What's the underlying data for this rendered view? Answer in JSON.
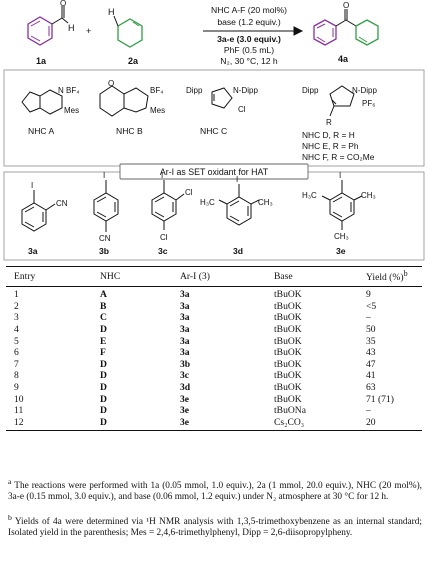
{
  "scheme": {
    "reagent_line1": "NHC A-F (20 mol%)",
    "reagent_line2": "base (1.2 equiv.)",
    "reagent_line3": "3a-e (3.0 equiv.)",
    "reagent_line4": "PhF (0.5 mL)",
    "reagent_line5": "N₂, 30 °C, 12 h",
    "plus": "+",
    "label_1a": "1a",
    "label_2a": "2a",
    "label_4a": "4a",
    "atom_H_aldehyde": "H",
    "atom_O_aldehyde": "O",
    "atom_H_cyclohexene": "H",
    "atom_O_product": "O",
    "nhc_A": {
      "bf4": "BF₄",
      "mes": "Mes",
      "label": "NHC A",
      "n": "N"
    },
    "nhc_B": {
      "bf4": "BF₄",
      "mes": "Mes",
      "label": "NHC B",
      "o": "O"
    },
    "nhc_C": {
      "dipp_left": "Dipp",
      "dipp_right": "N-Dipp",
      "cl": "Cl",
      "label": "NHC C"
    },
    "nhc_DEF": {
      "dipp_left": "Dipp",
      "dipp_right": "N-Dipp",
      "pf6": "PF₆",
      "r": "R",
      "line_D": "NHC D, R = H",
      "line_E": "NHC E, R = Ph",
      "line_F": "NHC F, R = CO₂Me"
    },
    "oxidant_banner": "Ar-I as SET oxidant for HAT",
    "arenes": [
      {
        "label": "3a",
        "iodo": "I",
        "sub": "CN"
      },
      {
        "label": "3b",
        "iodo": "I",
        "sub": "CN"
      },
      {
        "label": "3c",
        "iodo": "I",
        "sub": "Cl",
        "sub2": "Cl"
      },
      {
        "label": "3d",
        "iodo": "I",
        "sub": "H₃C",
        "sub2": "CH₃"
      },
      {
        "label": "3e",
        "iodo": "I",
        "sub": "H₃C",
        "sub2": "CH₃",
        "sub3": "CH₃"
      }
    ]
  },
  "table": {
    "headers": [
      "Entry",
      "NHC",
      "Ar-I (3)",
      "Base",
      "Yield (%)"
    ],
    "header_sup": "b",
    "rows": [
      [
        "1",
        "A",
        "3a",
        "tBuOK",
        "9"
      ],
      [
        "2",
        "B",
        "3a",
        "tBuOK",
        "<5"
      ],
      [
        "3",
        "C",
        "3a",
        "tBuOK",
        "–"
      ],
      [
        "4",
        "D",
        "3a",
        "tBuOK",
        "50"
      ],
      [
        "5",
        "E",
        "3a",
        "tBuOK",
        "35"
      ],
      [
        "6",
        "F",
        "3a",
        "tBuOK",
        "43"
      ],
      [
        "7",
        "D",
        "3b",
        "tBuOK",
        "47"
      ],
      [
        "8",
        "D",
        "3c",
        "tBuOK",
        "41"
      ],
      [
        "9",
        "D",
        "3d",
        "tBuOK",
        "63"
      ],
      [
        "10",
        "D",
        "3e",
        "tBuOK",
        "71 (71)"
      ],
      [
        "11",
        "D",
        "3e",
        "tBuONa",
        "–"
      ],
      [
        "12",
        "D",
        "3e",
        "Cs₂CO₃",
        "20"
      ]
    ]
  },
  "footnotes": {
    "a": "The reactions were performed with 1a (0.05 mmol, 1.0 equiv.), 2a (1 mmol, 20.0 equiv.), NHC (20 mol%), 3a-e (0.15 mmol, 3.0 equiv.), and base (0.06 mmol, 1.2 equiv.) under N₂ atmosphere at 30 °C for 12 h.",
    "b": "Yields of 4a were determined via ¹H NMR analysis with 1,3,5-trimethoxybenzene as an internal standard; Isolated yield in the parenthesis; Mes = 2,4,6-trimethylphenyl, Dipp = 2,6-diisopropylpheny.",
    "a_marker": "a",
    "b_marker": "b"
  },
  "colors": {
    "purple": "#8a2fa0",
    "green": "#2f9e44",
    "box_border": "#999999",
    "banner_border": "#666666"
  }
}
